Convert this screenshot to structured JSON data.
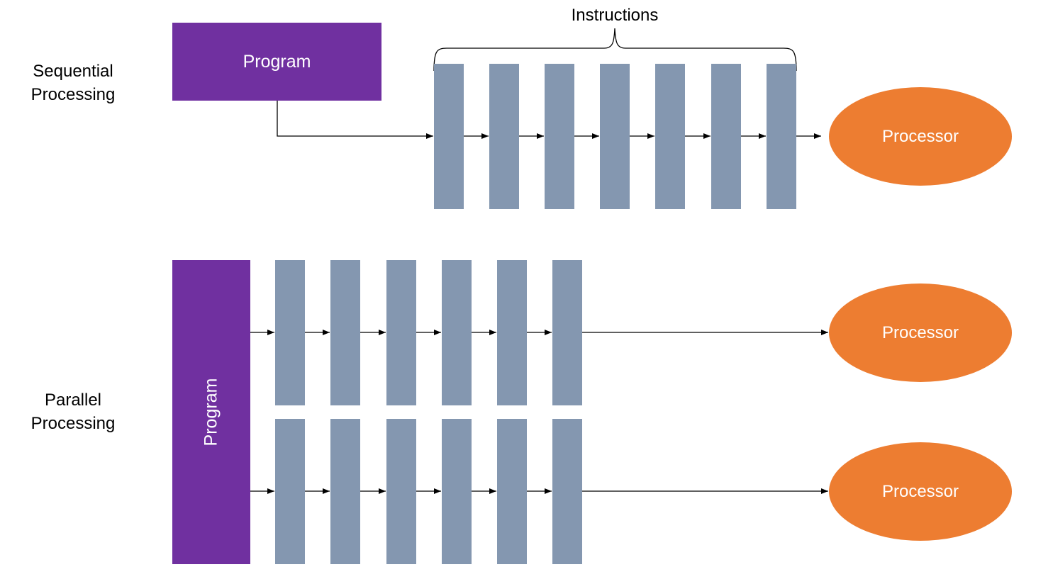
{
  "sequential": {
    "label_line1": "Sequential",
    "label_line2": "Processing",
    "program_label": "Program",
    "instructions_label": "Instructions",
    "processor_label": "Processor"
  },
  "parallel": {
    "label_line1": "Parallel",
    "label_line2": "Processing",
    "program_label": "Program",
    "processor_top_label": "Processor",
    "processor_bottom_label": "Processor"
  },
  "colors": {
    "program": "#7030a0",
    "instruction": "#8497b0",
    "processor": "#ed7d31",
    "arrow": "#000000"
  }
}
